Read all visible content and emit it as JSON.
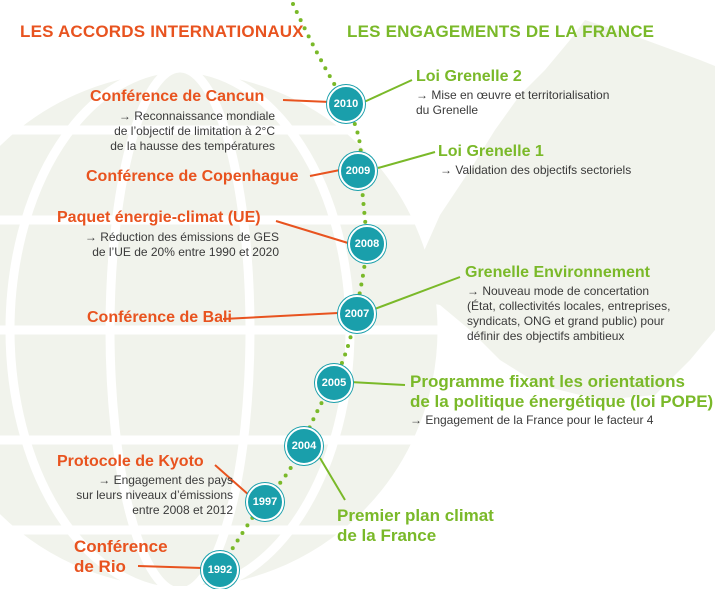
{
  "headers": {
    "left": "LES ACCORDS INTERNATIONAUX",
    "right": "LES ENGAGEMENTS DE LA FRANCE"
  },
  "nodes": [
    {
      "year": "2010"
    },
    {
      "year": "2009"
    },
    {
      "year": "2008"
    },
    {
      "year": "2007"
    },
    {
      "year": "2005"
    },
    {
      "year": "2004"
    },
    {
      "year": "1997"
    },
    {
      "year": "1992"
    }
  ],
  "international": {
    "cancun": {
      "title": "Conférence de Cancun",
      "desc": [
        "→ Reconnaissance mondiale",
        "de l’objectif de limitation à 2°C",
        "de la hausse des températures"
      ]
    },
    "copenhague": {
      "title": "Conférence de Copenhague"
    },
    "paquet": {
      "title": "Paquet énergie-climat (UE)",
      "desc": [
        "→ Réduction des émissions de GES",
        "de l’UE de 20% entre 1990 et 2020"
      ]
    },
    "bali": {
      "title": "Conférence de Bali"
    },
    "kyoto": {
      "title": "Protocole de Kyoto",
      "desc": [
        "→ Engagement des pays",
        "sur leurs niveaux d’émissions",
        "entre 2008 et 2012"
      ]
    },
    "rio": {
      "title_lines": [
        "Conférence",
        "de Rio"
      ]
    }
  },
  "france": {
    "grenelle2": {
      "title": "Loi Grenelle 2",
      "desc": [
        "→ Mise en œuvre et territorialisation",
        "du Grenelle"
      ]
    },
    "grenelle1": {
      "title": "Loi Grenelle 1",
      "desc": [
        "→ Validation des objectifs sectoriels"
      ]
    },
    "grenelle_env": {
      "title": "Grenelle Environnement",
      "desc": [
        "→ Nouveau mode de concertation",
        "(État, collectivités locales, entreprises,",
        "syndicats, ONG et grand public) pour",
        "définir des objectifs ambitieux"
      ]
    },
    "pope": {
      "title_lines": [
        "Programme fixant les orientations",
        "de la politique énergétique (loi POPE)"
      ],
      "desc": [
        "→ Engagement de la France pour le facteur 4"
      ]
    },
    "plan_climat": {
      "title_lines": [
        "Premier plan climat",
        "de la France"
      ]
    }
  },
  "colors": {
    "orange": "#e8531f",
    "green": "#7ab929",
    "teal": "#1a9fab",
    "globe": "#eef1e7"
  }
}
